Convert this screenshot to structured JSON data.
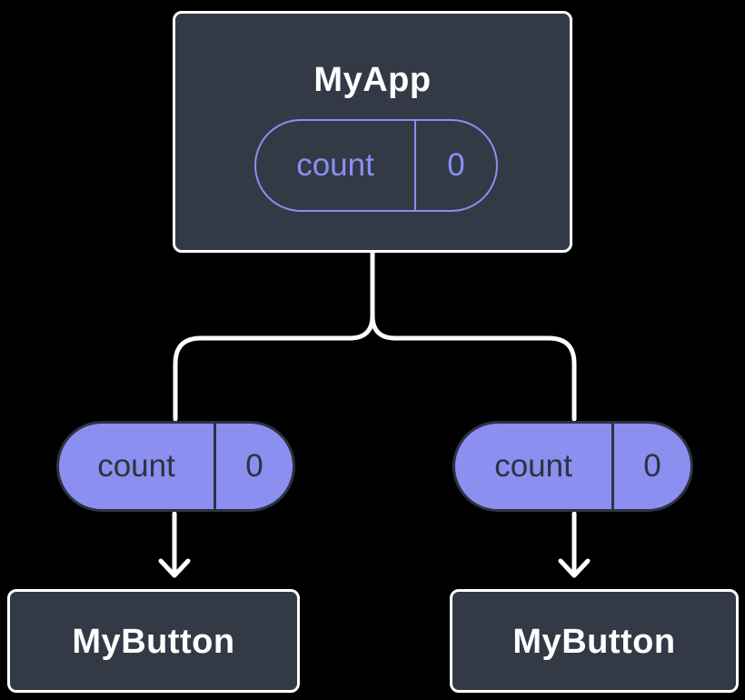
{
  "diagram": {
    "parent": {
      "title": "MyApp",
      "state": {
        "name": "count",
        "value": "0"
      }
    },
    "children": [
      {
        "title": "MyButton",
        "prop": {
          "name": "count",
          "value": "0"
        }
      },
      {
        "title": "MyButton",
        "prop": {
          "name": "count",
          "value": "0"
        }
      }
    ],
    "colors": {
      "background": "#000000",
      "box_fill": "#333A46",
      "box_border": "#ffffff",
      "accent_purple": "#8A8FF0",
      "dark_text": "#2D333E",
      "connector": "#ffffff"
    }
  }
}
